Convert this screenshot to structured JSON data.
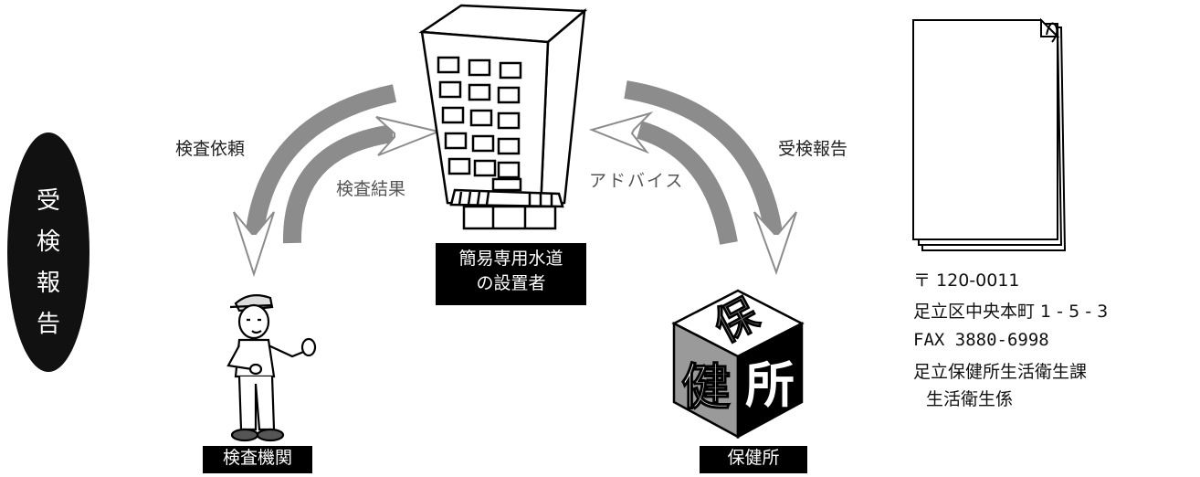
{
  "side_label": [
    "受",
    "検",
    "報",
    "告"
  ],
  "arrows": {
    "kensa_irai": "検査依頼",
    "kensa_kekka": "検査結果",
    "advice": "アドバイス",
    "jyuken_houkoku": "受検報告"
  },
  "nodes": {
    "installer": [
      "簡易専用水道",
      "の設置者"
    ],
    "agency": "検査機関",
    "health_center": "保健所"
  },
  "cube": {
    "top": "保",
    "left": "健",
    "right": "所"
  },
  "address": {
    "postal": "〒 120-0011",
    "street": "足立区中央本町 1 - 5 - 3",
    "fax": "FAX 3880-6998",
    "office": "足立保健所生活衛生課",
    "section": "生活衛生係"
  },
  "colors": {
    "arrow": "#8c8c8c",
    "box": "#000000"
  }
}
